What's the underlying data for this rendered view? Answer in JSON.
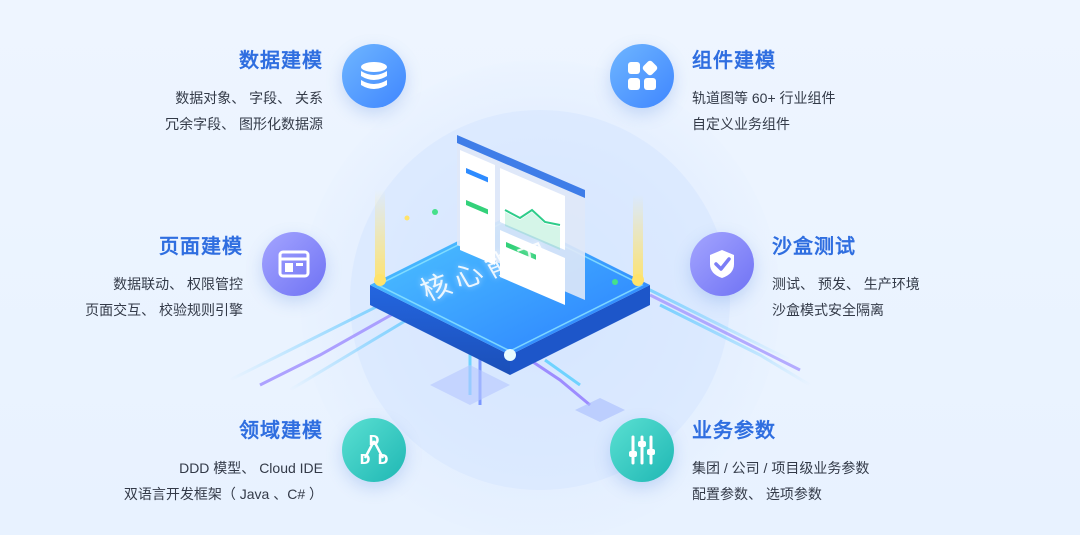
{
  "center": {
    "label": "核心能力"
  },
  "features": [
    {
      "id": "data-modeling",
      "title": "数据建模",
      "lines": [
        "数据对象、 字段、 关系",
        "冗余字段、 图形化数据源"
      ],
      "icon": "database-icon"
    },
    {
      "id": "component-modeling",
      "title": "组件建模",
      "lines": [
        "轨道图等 60+ 行业组件",
        "自定义业务组件"
      ],
      "icon": "apps-grid-icon"
    },
    {
      "id": "page-modeling",
      "title": "页面建模",
      "lines": [
        "数据联动、 权限管控",
        "页面交互、 校验规则引擎"
      ],
      "icon": "browser-window-icon"
    },
    {
      "id": "sandbox-testing",
      "title": "沙盒测试",
      "lines": [
        "测试、 预发、 生产环境",
        "沙盒模式安全隔离"
      ],
      "icon": "shield-check-icon"
    },
    {
      "id": "domain-modeling",
      "title": "领域建模",
      "lines": [
        "DDD 模型、  Cloud IDE",
        "双语言开发框架（ Java 、C# ）"
      ],
      "icon": "ddd-graph-icon"
    },
    {
      "id": "business-params",
      "title": "业务参数",
      "lines": [
        "集团 / 公司 / 项目级业务参数",
        "配置参数、 选项参数"
      ],
      "icon": "sliders-icon"
    }
  ],
  "colors": {
    "title": "#2f6ee0",
    "text": "#333a48",
    "icon_blue": "#4a8eff",
    "icon_purple": "#7b7ef6",
    "icon_teal": "#22bdb8"
  }
}
